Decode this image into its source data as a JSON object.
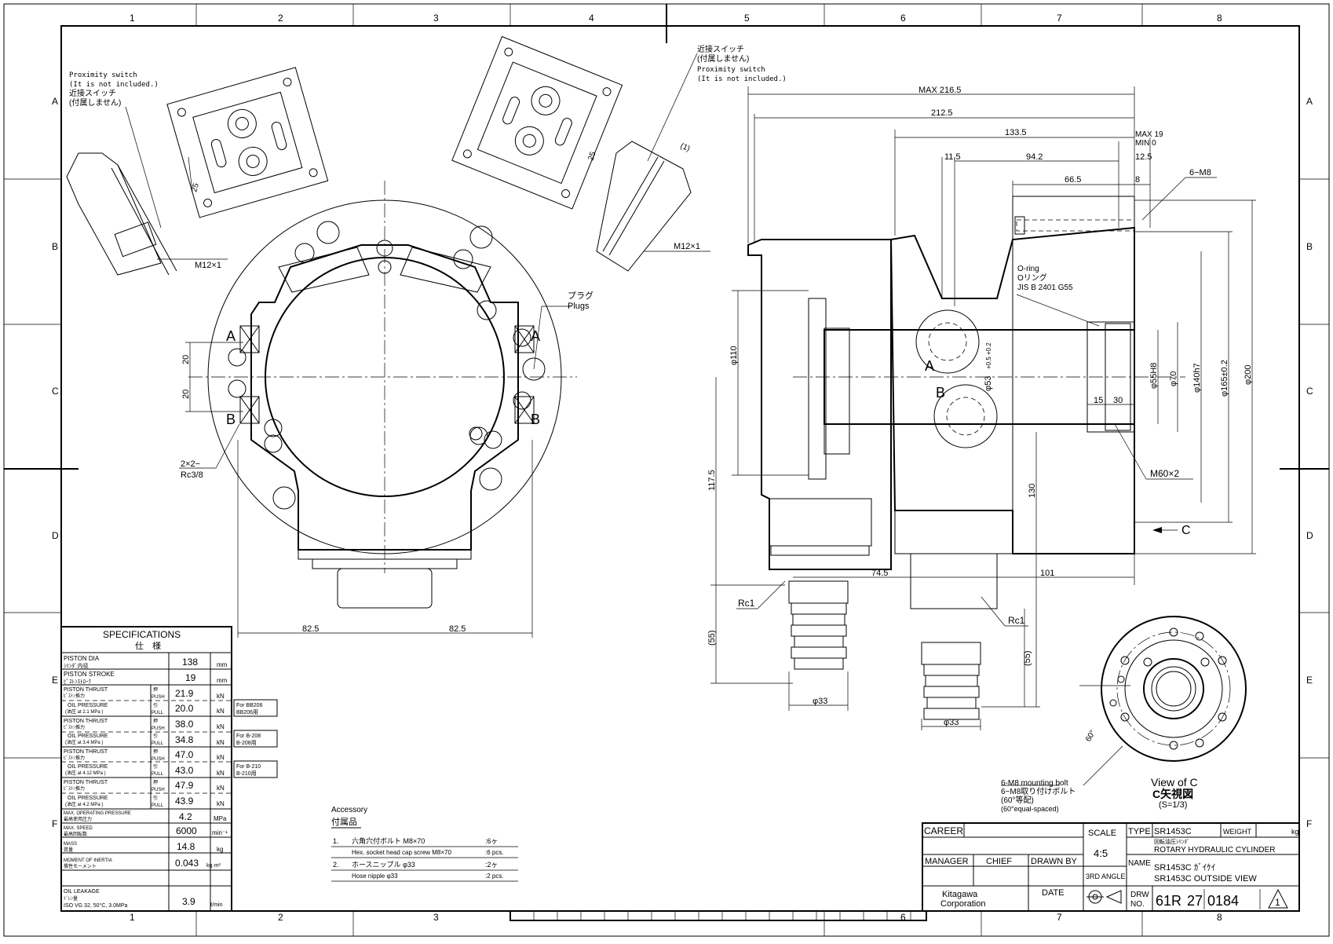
{
  "border": {
    "columns": [
      "1",
      "2",
      "3",
      "4",
      "5",
      "6",
      "7",
      "8"
    ],
    "rows": [
      "A",
      "B",
      "C",
      "D",
      "E",
      "F"
    ]
  },
  "left_view": {
    "proximity_note_left": [
      "Proximity switch",
      "(It is not included.)",
      "近接スイッチ",
      "(付属しません)"
    ],
    "proximity_note_right": [
      "近接スイッチ",
      "(付属しません)",
      "Proximity switch",
      "(It is not included.)"
    ],
    "m12_left": "M12×1",
    "m12_right": "M12×1",
    "dim_25a": "25",
    "dim_25b": "25",
    "dim_1": "(1)",
    "plugs": [
      "プラグ",
      "Plugs"
    ],
    "port_a": "A",
    "port_b": "B",
    "dim_20a": "20",
    "dim_20b": "20",
    "rc38": [
      "2×2−",
      "Rc3/8"
    ],
    "dim_825a": "82.5",
    "dim_825b": "82.5"
  },
  "right_view": {
    "dims_top": [
      "MAX 216.5",
      "212.5",
      "133.5",
      "MAX 19",
      "MIN 0",
      "11.5",
      "94.2",
      "12.5",
      "66.5",
      "8"
    ],
    "m8": "6−M8",
    "oring": [
      "O-ring",
      "Oリング",
      "JIS B 2401 G55"
    ],
    "port_a": "A",
    "port_b": "B",
    "dia_110": "φ110",
    "dia_53": "φ53",
    "tol_53": "+0.5\n+0.2",
    "dia_55": "φ55H8",
    "dia_70": "φ70",
    "dia_140": "φ140h7",
    "dia_165": "φ165±0.2",
    "dia_200": "φ200",
    "dim_15": "15",
    "dim_30": "30",
    "m60": "M60×2",
    "dim_1175": "117.5",
    "dim_130": "130",
    "view_arrow": "C",
    "dim_745": "74.5",
    "dim_101": "101",
    "rc1a": "Rc1",
    "rc1b": "Rc1",
    "dim_55a": "(55)",
    "dim_55b": "(55)",
    "dia_33a": "φ33",
    "dia_33b": "φ33"
  },
  "view_c": {
    "angle": "60°",
    "note": [
      "6-M8 mounting bolt",
      "6−M8取り付けボルト",
      "(60°等配)",
      "(60°equal-spaced)"
    ],
    "title": "View of C",
    "title_jp": "C矢視図",
    "scale": "(S=1/3)"
  },
  "specs": {
    "title": "SPECIFICATIONS",
    "title_jp": "仕　様",
    "rows": [
      {
        "label": "PISTON DIA",
        "sub": "ｼﾘﾝﾀﾞ内径",
        "val": "138",
        "unit": "mm"
      },
      {
        "label": "PISTON STROKE",
        "sub": "ﾋﾟｽﾄﾝｽﾄﾛｰｸ",
        "val": "19",
        "unit": "mm"
      }
    ],
    "thrust_groups": [
      {
        "l1": "PISTON THRUST",
        "l2": "ﾋﾟｽﾄﾝ推力",
        "l3": "OIL PRESSURE",
        "l4": "(油圧 at  2.1 MPa )",
        "push": "21.9",
        "pull": "20.0",
        "unit": "kN",
        "for": [
          "For BB206",
          "BB206用"
        ]
      },
      {
        "l1": "PISTON THRUST",
        "l2": "ﾋﾟｽﾄﾝ推力",
        "l3": "OIL PRESSURE",
        "l4": "(油圧 at  3.4 MPa )",
        "push": "38.0",
        "pull": "34.8",
        "unit": "kN",
        "for": [
          "For B-208",
          "B-208用"
        ]
      },
      {
        "l1": "PISTON THRUST",
        "l2": "ﾋﾟｽﾄﾝ推力",
        "l3": "OIL PRESSURE",
        "l4": "(油圧 at 4.12 MPa )",
        "push": "47.0",
        "pull": "43.0",
        "unit": "kN",
        "for": [
          "For B-210",
          "B-210用"
        ]
      },
      {
        "l1": "PISTON THRUST",
        "l2": "ﾋﾟｽﾄﾝ推力",
        "l3": "OIL PRESSURE",
        "l4": "(油圧 at  4.2 MPa )",
        "push": "47.9",
        "pull": "43.9",
        "unit": "kN",
        "for": [
          "",
          ""
        ]
      }
    ],
    "push_label": [
      "押",
      "PUSH"
    ],
    "pull_label": [
      "引",
      "PULL"
    ],
    "rows2": [
      {
        "label": "MAX. OPERATING PRESSURE",
        "sub": "最高使用圧力",
        "val": "4.2",
        "unit": "MPa"
      },
      {
        "label": "MAX. SPEED",
        "sub": "最高回転数",
        "val": "6000",
        "unit": "min⁻¹"
      },
      {
        "label": "MASS",
        "sub": "質量",
        "val": "14.8",
        "unit": "kg"
      },
      {
        "label": "MOMENT OF INERTIA",
        "sub": "慣性モーメント",
        "val": "0.043",
        "unit": "kg·m²"
      },
      {
        "label": "OIL LEAKAGE",
        "sub": "ﾄﾞﾚﾝ量",
        "sub2": "ISO VG 32, 50°C, 3.0MPa",
        "val": "3.9",
        "unit": "ℓ/min"
      }
    ]
  },
  "accessory": {
    "title": "Accessory",
    "title_jp": "付属品",
    "items": [
      {
        "no": "1.",
        "jp": "六角穴付ボルト M8×70",
        "qty_jp": ":6ヶ",
        "en": "Hex. socket head cap screw M8×70",
        "qty_en": ":6 pcs."
      },
      {
        "no": "2.",
        "jp": "ホースニップル φ33",
        "qty_jp": ":2ヶ",
        "en": "Hose nipple φ33",
        "qty_en": ":2 pcs."
      }
    ]
  },
  "title_block": {
    "career": "CAREER",
    "manager": "MANAGER",
    "chief": "CHIEF",
    "drawn_by": "DRAWN BY",
    "date": "DATE",
    "company": [
      "Kitagawa",
      "Corporation"
    ],
    "scale_label": "SCALE",
    "scale": "4:5",
    "angle": "3RD ANGLE",
    "type_label": "TYPE",
    "type": "SR1453C",
    "weight_label": "WEIGHT",
    "weight_unit": "kg",
    "name_label": "NAME",
    "name_jp": "回転油圧ｼﾘﾝﾀﾞ",
    "name_en": "ROTARY HYDRAULIC CYLINDER",
    "name_2": "SR1453C ｶﾞｲｹｲ",
    "name_3": "SR1453C OUTSIDE VIEW",
    "drw_label": [
      "DRW",
      "NO."
    ],
    "drw_no": [
      "61R",
      "27",
      "0184"
    ],
    "rev": "1"
  }
}
